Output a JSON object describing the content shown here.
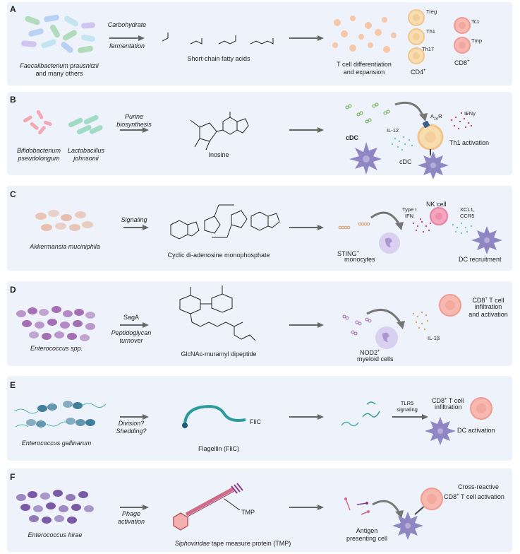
{
  "panels": {
    "A": {
      "label": "A",
      "organism_line1": "Faecalibacterium prausnitzii",
      "organism_line2": "and many others",
      "process_line1": "Carbohydrate",
      "process_line2": "fermentation",
      "molecule": "Short-chain fatty acids",
      "outcome_line1": "T cell differentiation",
      "outcome_line2": "and expansion",
      "treg": "Treg",
      "th1": "Th1",
      "th17": "Th17",
      "cd4": "CD4",
      "cd4_sup": "+",
      "tc1": "Tc1",
      "tmp": "Tmp",
      "cd8": "CD8",
      "cd8_sup": "+"
    },
    "B": {
      "label": "B",
      "organism1_line1": "Bifidobacterium",
      "organism1_line2": "pseudolongum",
      "organism2_line1": "Lactobacillus",
      "organism2_line2": "johnsonii",
      "process_line1": "Purine",
      "process_line2": "biosynthesis",
      "molecule": "Inosine",
      "cdc_top": "cDC",
      "il12": "IL-12",
      "a2ar": "A",
      "a2ar_sub": "2A",
      "a2ar_tail": "R",
      "ifng": "IFNγ",
      "th1_activation": "Th1 activation",
      "cdc_bottom": "cDC"
    },
    "C": {
      "label": "C",
      "organism": "Akkermansia muciniphila",
      "process": "Signaling",
      "molecule": "Cyclic di-adenosine monophosphate",
      "type1_line1": "Type I",
      "type1_line2": "IFN",
      "nk": "NK cell",
      "xcl1": "XCL1,",
      "ccr5": "CCR5",
      "sting": "STING",
      "sting_sup": "+",
      "monocytes": "monocytes",
      "dc_recruit": "DC recruitment"
    },
    "D": {
      "label": "D",
      "organism": "Enterococcus spp.",
      "enzyme": "SagA",
      "process_line1": "Peptidoglycan",
      "process_line2": "turnover",
      "molecule": "GlcNAc-muramyl dipeptide",
      "cd8_line1": "CD8",
      "cd8_sup": "+",
      "cd8_line1_tail": " T cell",
      "cd8_line2": "infiltration",
      "cd8_line3": "and activation",
      "il1b": "IL-1β",
      "nod2": "NOD2",
      "nod2_sup": "+",
      "myeloid": "myeloid cells"
    },
    "E": {
      "label": "E",
      "organism": "Enterococcus gallinarum",
      "process_line1": "Division?",
      "process_line2": "Shedding?",
      "flic_label": "FliC",
      "molecule": "Flagellin (FliC)",
      "tlr5_line1": "TLR5",
      "tlr5_line2": "signaling",
      "cd8_line1": "CD8",
      "cd8_sup": "+",
      "cd8_line1_tail": " T cell",
      "cd8_line2": "infiltration",
      "dc_activation": "DC activation"
    },
    "F": {
      "label": "F",
      "organism": "Enterococcus hirae",
      "process_line1": "Phage",
      "process_line2": "activation",
      "tmp_label": "TMP",
      "molecule_italic": "Siphoviridae",
      "molecule_rest": " tape measure protein (TMP)",
      "apc_line1": "Antigen",
      "apc_line2": "presenting cell",
      "cross_line1": "Cross-reactive",
      "cross_line2": "CD8",
      "cross_sup": "+",
      "cross_tail": " T cell activation"
    }
  },
  "colors": {
    "panel_bg": "#eef3fb",
    "arrow": "#666666",
    "tcell_fill": "#f8ddb0",
    "tcell_ring": "#f2c48a",
    "cd8_fill": "#f7b8b0",
    "dc_fill": "#8f86c4",
    "macrophage_fill": "#d9cfee",
    "akk_fill": "#e7b9a6",
    "entero_fill": "#a46fb5",
    "gallinarum_fill": "#3f7f9c",
    "hirae_fill": "#7a5aa6"
  }
}
